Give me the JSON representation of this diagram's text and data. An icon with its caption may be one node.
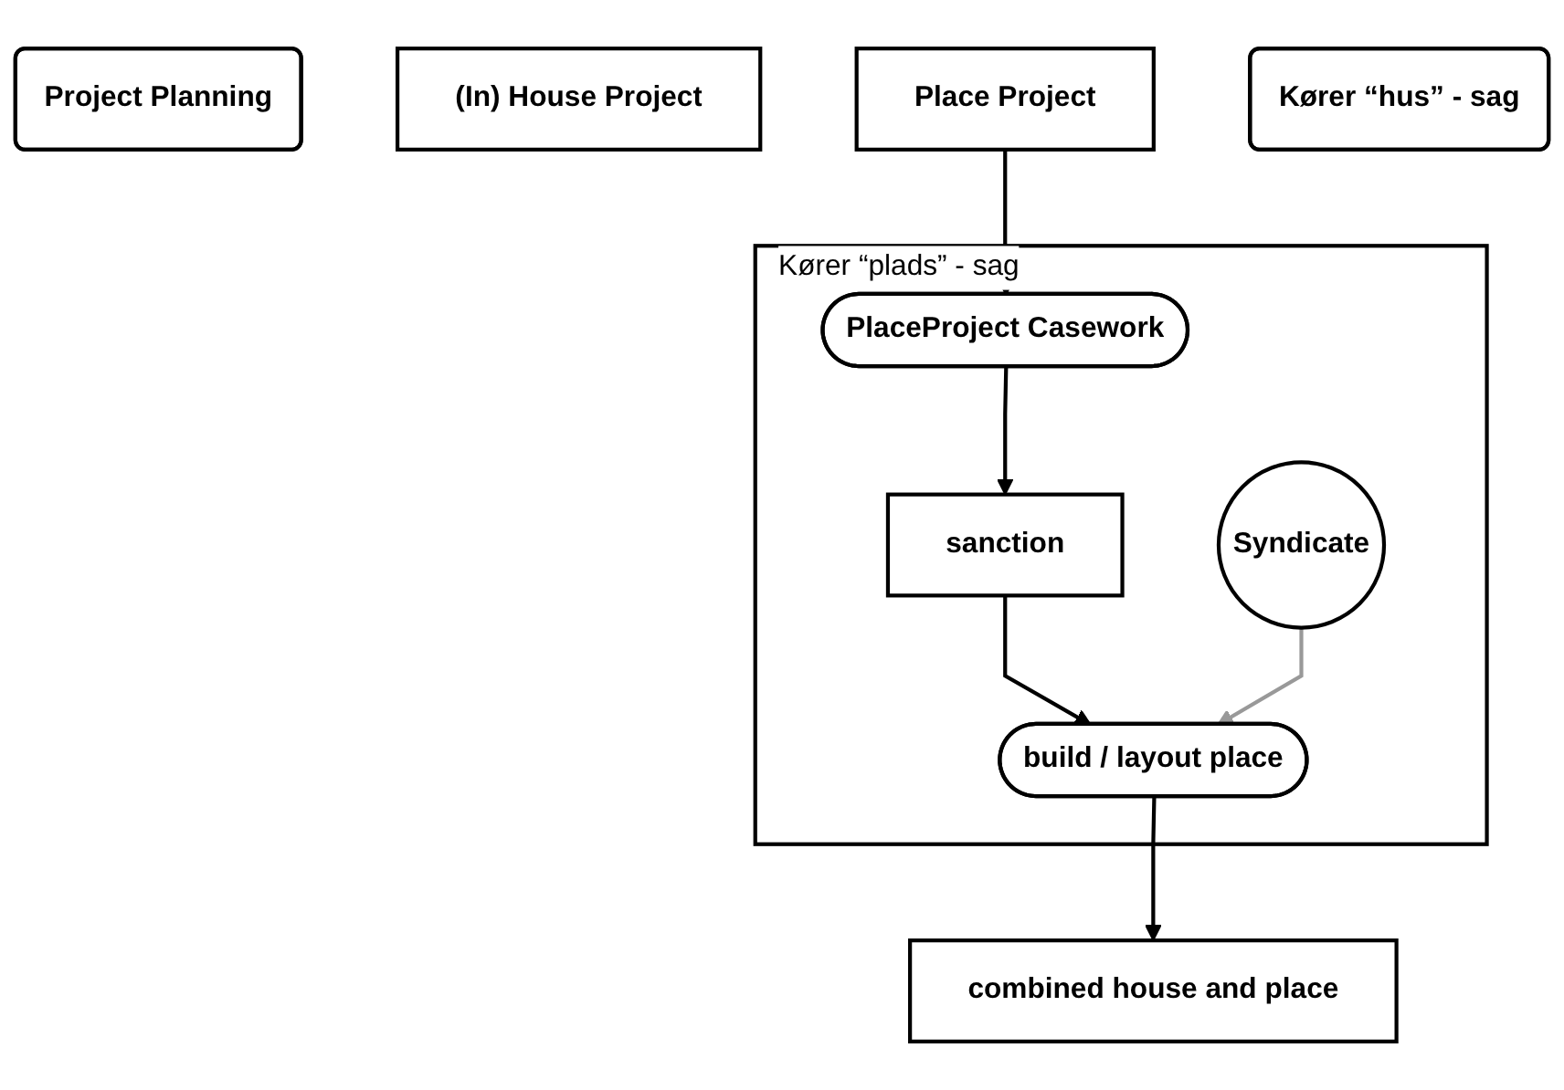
{
  "diagram": {
    "nodes": [
      {
        "text": [
          "Project Planning"
        ]
      },
      {
        "text": [
          "(In) House Project"
        ]
      },
      {
        "text": [
          "Place Project"
        ]
      },
      {
        "text": [
          "Kører “hus” - sag"
        ]
      },
      {
        "text": [
          "Kører “plads” - sag"
        ]
      },
      {
        "text": [
          "PlaceProject Casework"
        ],
        "in": 4
      },
      {
        "text": [
          "sanction"
        ],
        "in": 4
      },
      {
        "text": [
          "combined house and place"
        ]
      },
      {
        "text": [
          "build / layout place"
        ],
        "in": 4
      },
      {
        "text": [
          "Syndicate"
        ],
        "in": 4
      }
    ],
    "edges": [
      {
        "from": 2,
        "to": 5,
        "arrow": "to"
      },
      {
        "from": 5,
        "to": 6,
        "arrow": "to"
      },
      {
        "from": 6,
        "to": 8,
        "arrow": "to"
      },
      {
        "from": 8,
        "to": 7,
        "arrow": "to"
      },
      {
        "from": 9,
        "to": 8,
        "arrow": "to",
        "color": "#999999"
      }
    ]
  }
}
